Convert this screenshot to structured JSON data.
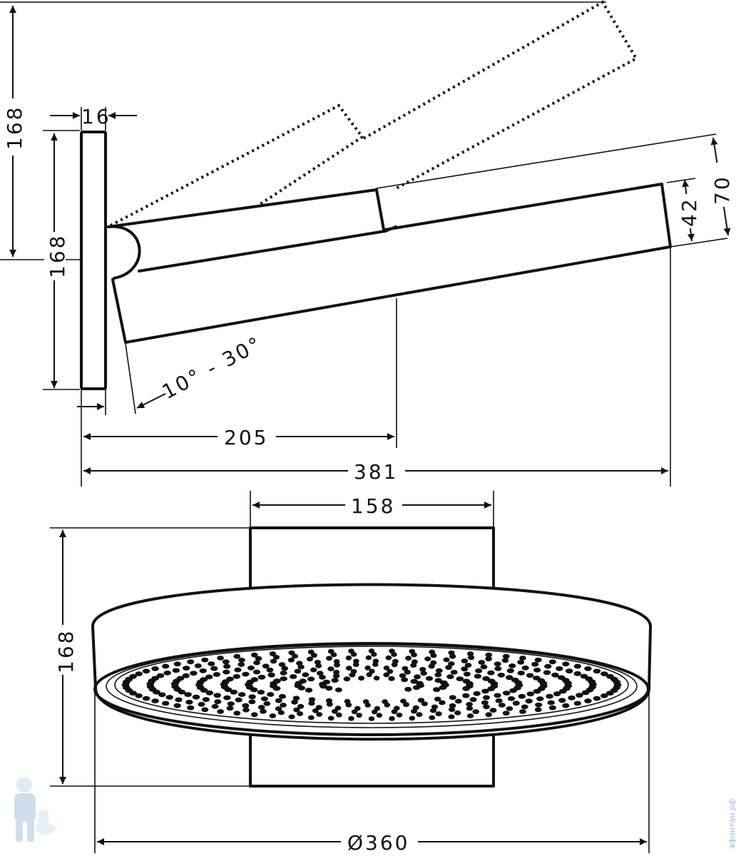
{
  "dimensions": {
    "wall_height_total": "168",
    "plate_thickness": "16",
    "plate_height": "168",
    "head_height": "70",
    "arm_height": "42",
    "tilt_angle": "10° - 30°",
    "arm_reach": "205",
    "total_reach": "381",
    "mount_width": "158",
    "front_height": "168",
    "head_diameter": "Ø360"
  },
  "watermark": "афонтан.рф",
  "colors": {
    "line": "#111111",
    "watermark": "#9bb8d6"
  },
  "icons": {
    "watermark_logo": "plumber-mascot-icon"
  }
}
